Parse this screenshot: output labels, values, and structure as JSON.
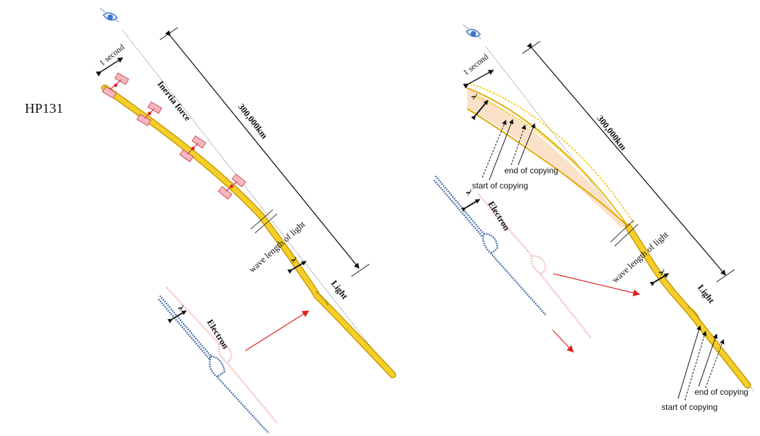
{
  "page_label": "HP131",
  "left_panel": {
    "one_second": "1 second",
    "inertia_force": "Inertia force",
    "distance": "300,000km",
    "wavelength": "wave length of light",
    "lambda": "λ",
    "light": "Light",
    "electron": "Electron"
  },
  "right_panel": {
    "one_second": "1 second",
    "distance": "300,000km",
    "wavelength": "wave length of light",
    "lambda_light": "λ",
    "lambda_upper": "λ",
    "lambda_electron": "λ",
    "light": "Light",
    "electron": "Electron",
    "end_of_copying_upper": "end of copying",
    "start_of_copying_upper": "start of copying",
    "end_of_copying_lower": "end of copying",
    "start_of_copying_lower": "start of copying"
  },
  "colors": {
    "light_beam": "#f4cf2a",
    "light_beam_edge": "#c99a00",
    "electron_blue": "#4a6fa8",
    "electron_ghost": "#f2b8b8",
    "arrow_red": "#e02020",
    "tab_fill": "#f4b7bd",
    "tab_edge": "#d0505a",
    "wedge_fill": "#fbe1c8",
    "eye_blue": "#3a74c9"
  }
}
